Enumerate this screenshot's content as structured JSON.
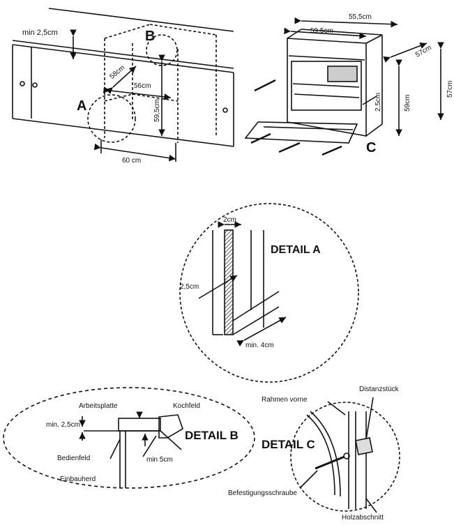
{
  "overview": {
    "labels": {
      "min_top": "min 2,5cm",
      "marker_a": "A",
      "marker_b": "B",
      "marker_c": "C",
      "depth_58": "58cm",
      "width_56": "56cm",
      "height_595_left": "59,5cm",
      "width_60": "60 cm"
    },
    "oven_labels": {
      "width_555": "55,5cm",
      "width_595": "59,5cm",
      "depth_57": "57cm",
      "height_57": "57cm",
      "height_59": "59cm",
      "gap_25": "2,5cm"
    }
  },
  "detail_a": {
    "title": "DETAIL A",
    "width_2": "2cm",
    "gap_25": "2,5cm",
    "min_4": "min. 4cm"
  },
  "detail_b": {
    "title": "DETAIL B",
    "arbeitsplatte": "Arbeitsplatte",
    "kochfeld": "Kochfeld",
    "min_25": "min. 2,5cm",
    "bedienfeld": "Bedienfeld",
    "min_5": "min 5cm",
    "einbauherd": "Einbauherd"
  },
  "detail_c": {
    "title": "DETAIL C",
    "rahmen": "Rahmen vorne",
    "distanz": "Distanzstück",
    "schraube": "Befestigungsschraube",
    "holz": "Holzabschnitt"
  }
}
